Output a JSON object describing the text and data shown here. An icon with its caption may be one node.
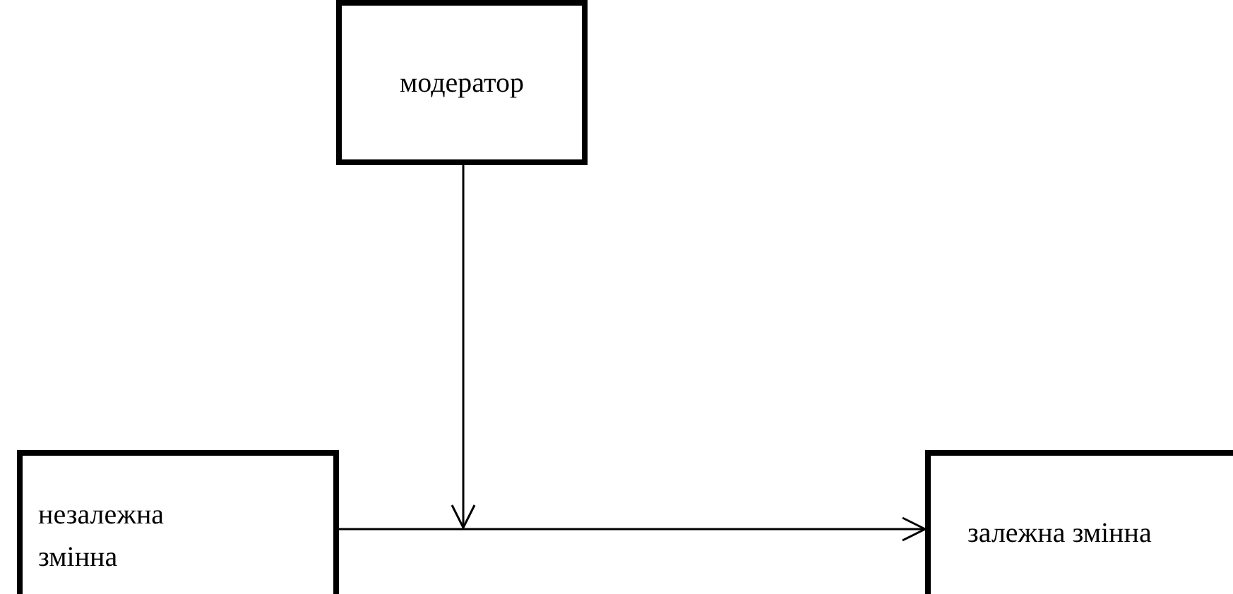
{
  "diagram": {
    "nodes": [
      {
        "text": [
          "модератор"
        ]
      },
      {
        "text": [
          "незалежна змінна"
        ]
      },
      {
        "text": [
          "залежна змінна"
        ]
      }
    ],
    "edges": [
      {
        "from": 1,
        "to": 2,
        "arrow": "to"
      },
      {
        "from": 0,
        "to": null,
        "arrow": "to"
      }
    ]
  }
}
